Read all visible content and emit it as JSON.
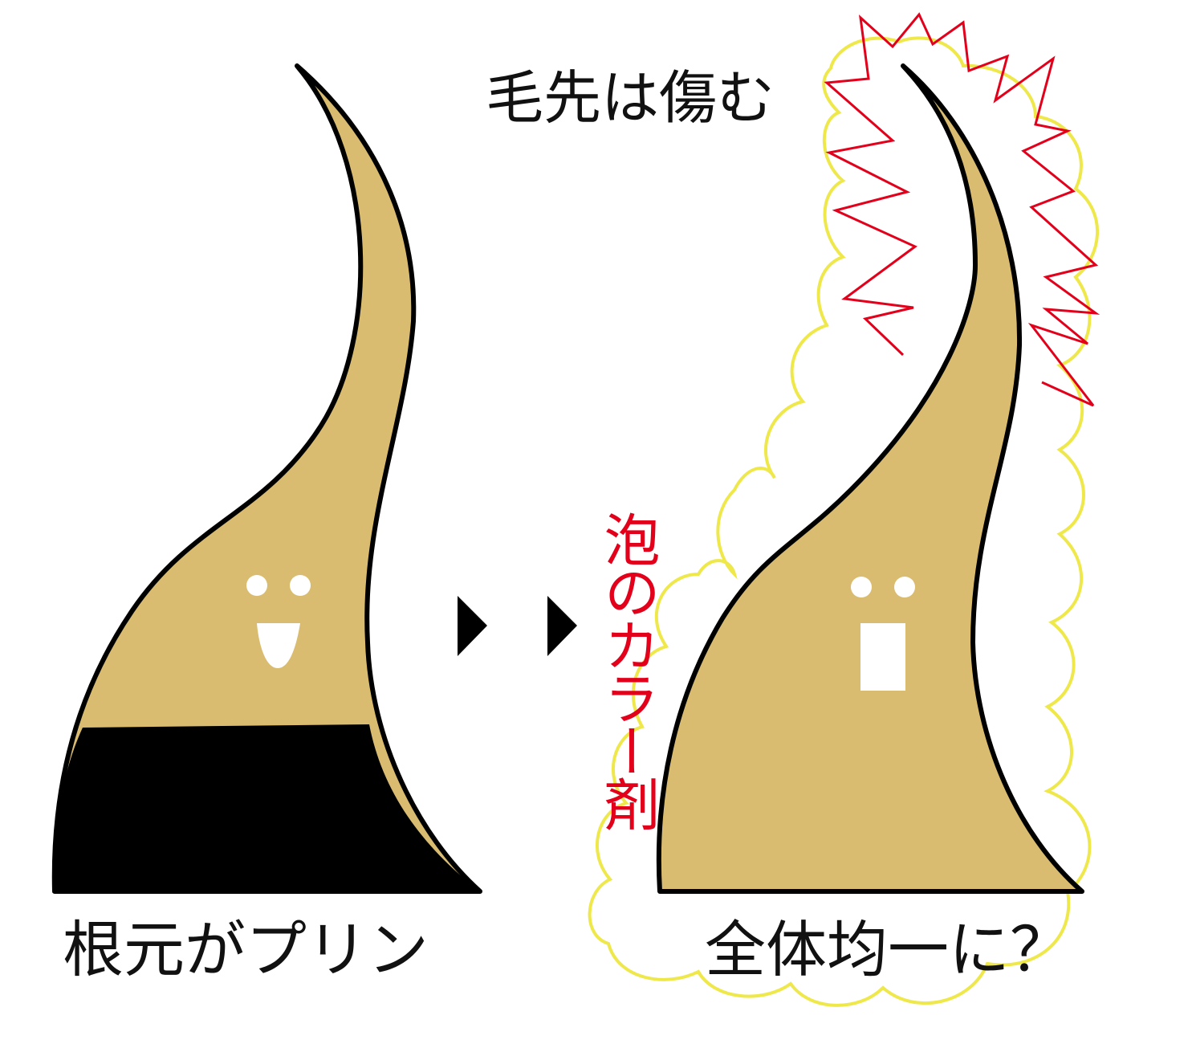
{
  "labels": {
    "before": "根元がプリン",
    "after": "全体均一に？",
    "damage": "毛先は傷む",
    "product": "泡のカラー剤"
  },
  "colors": {
    "hair_gold": "#d9bc6f",
    "root_black": "#000000",
    "outline": "#000000",
    "foam_outline": "#efe84a",
    "damage_red": "#e3001b",
    "face_white": "#ffffff"
  },
  "icons": {
    "arrow": "right-triangle",
    "damage": "zigzag-burst",
    "foam": "foam-cloud"
  }
}
